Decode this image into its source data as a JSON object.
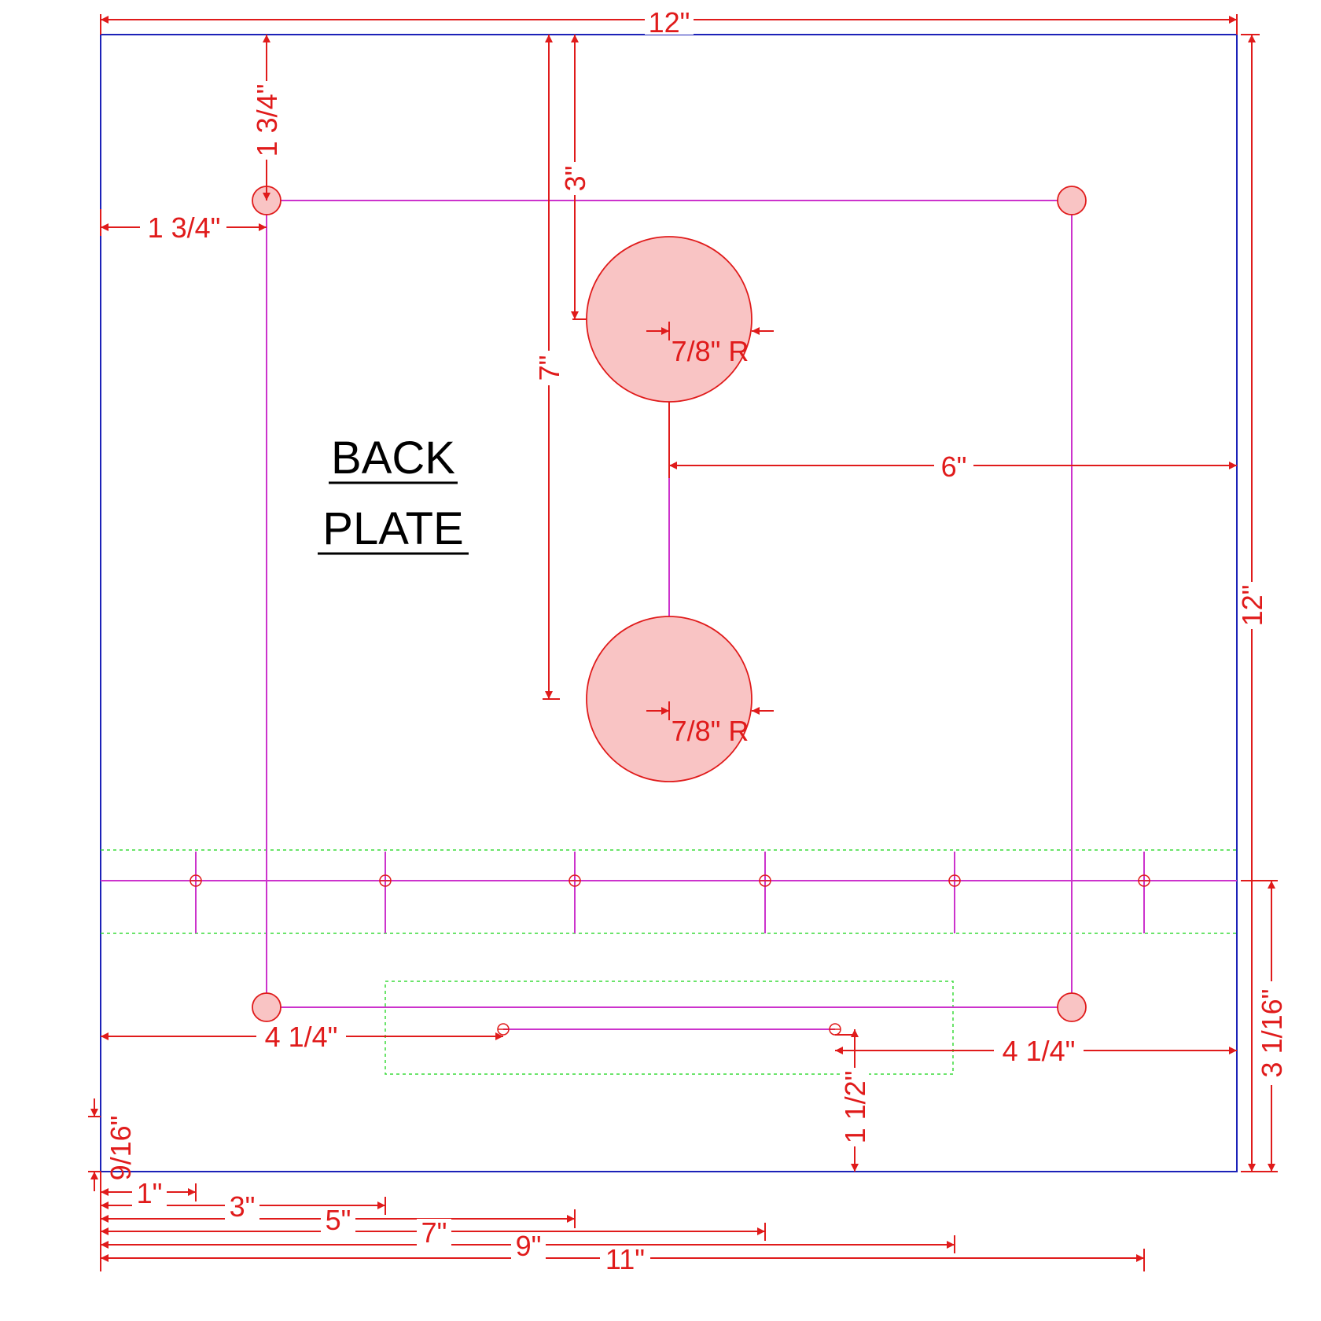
{
  "title": {
    "line1": "BACK",
    "line2": "PLATE"
  },
  "dimensions": {
    "width_top": "12\"",
    "height_right": "12\"",
    "top_margin": "1 3/4\"",
    "left_margin": "1 3/4\"",
    "hole_top_offset": "3\"",
    "hole_spacing": "7\"",
    "right_offset": "6\"",
    "hole_radius_upper": "7/8\" R",
    "hole_radius_lower": "7/8\" R",
    "bottom_left_offset": "4 1/4\"",
    "bottom_right_offset": "4 1/4\"",
    "bottom_rise": "1 1/2\"",
    "rail_height": "3 1/16\"",
    "bottom_small": "9/16\"",
    "rail_1": "1\"",
    "rail_3": "3\"",
    "rail_5": "5\"",
    "rail_7": "7\"",
    "rail_9": "9\"",
    "rail_11": "11\""
  },
  "colors": {
    "outline": "#1c22b8",
    "dimension": "#e01b1b",
    "construction": "#cc33cc",
    "hole_fill": "#f9c4c4",
    "guide": "#3adb3a"
  }
}
